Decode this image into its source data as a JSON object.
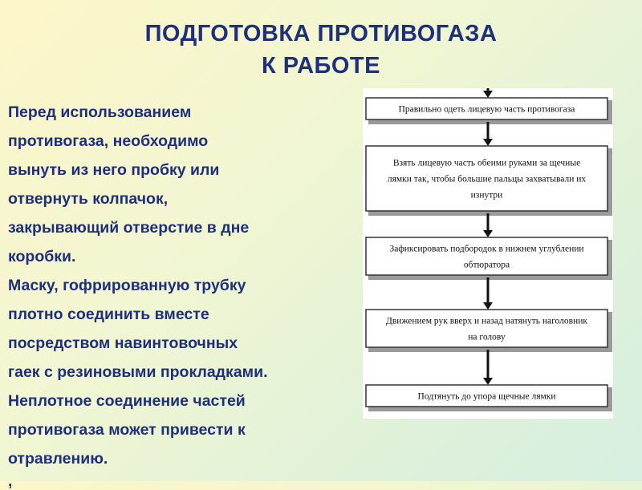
{
  "title": {
    "line1": "ПОДГОТОВКА ПРОТИВОГАЗА",
    "line2": "К РАБОТЕ"
  },
  "body": {
    "paragraphs": [
      "Перед использованием\nпротивогаза, необходимо\nвынуть из него пробку или\nотвернуть колпачок,\nзакрывающий отверстие в дне\nкоробки.",
      "Маску, гофрированную трубку\nплотно соединить вместе\nпосредством навинтовочных\nгаек с резиновыми прокладками.",
      "Неплотное соединение частей\nпротивогаза может привести к\nотравлению."
    ],
    "trailing": ","
  },
  "flowchart": {
    "steps": [
      {
        "lines": [
          "Правильно одеть лицевую часть противогаза"
        ]
      },
      {
        "lines": [
          "Взять лицевую часть обеими руками за щечные",
          "лямки так, чтобы большие пальцы захватывали их",
          "изнутри"
        ]
      },
      {
        "lines": [
          "Зафиксировать подбородок в нижнем углублении",
          "обтюратора"
        ]
      },
      {
        "lines": [
          "Движением рук вверх и назад натянуть наголовник",
          "на голову"
        ]
      },
      {
        "lines": [
          "Подтянуть до упора щечные лямки"
        ]
      }
    ]
  },
  "colors": {
    "text": "#1f2f7a",
    "box_border": "#333333",
    "box_shadow": "#9a9a9a",
    "arrow": "#111111"
  }
}
